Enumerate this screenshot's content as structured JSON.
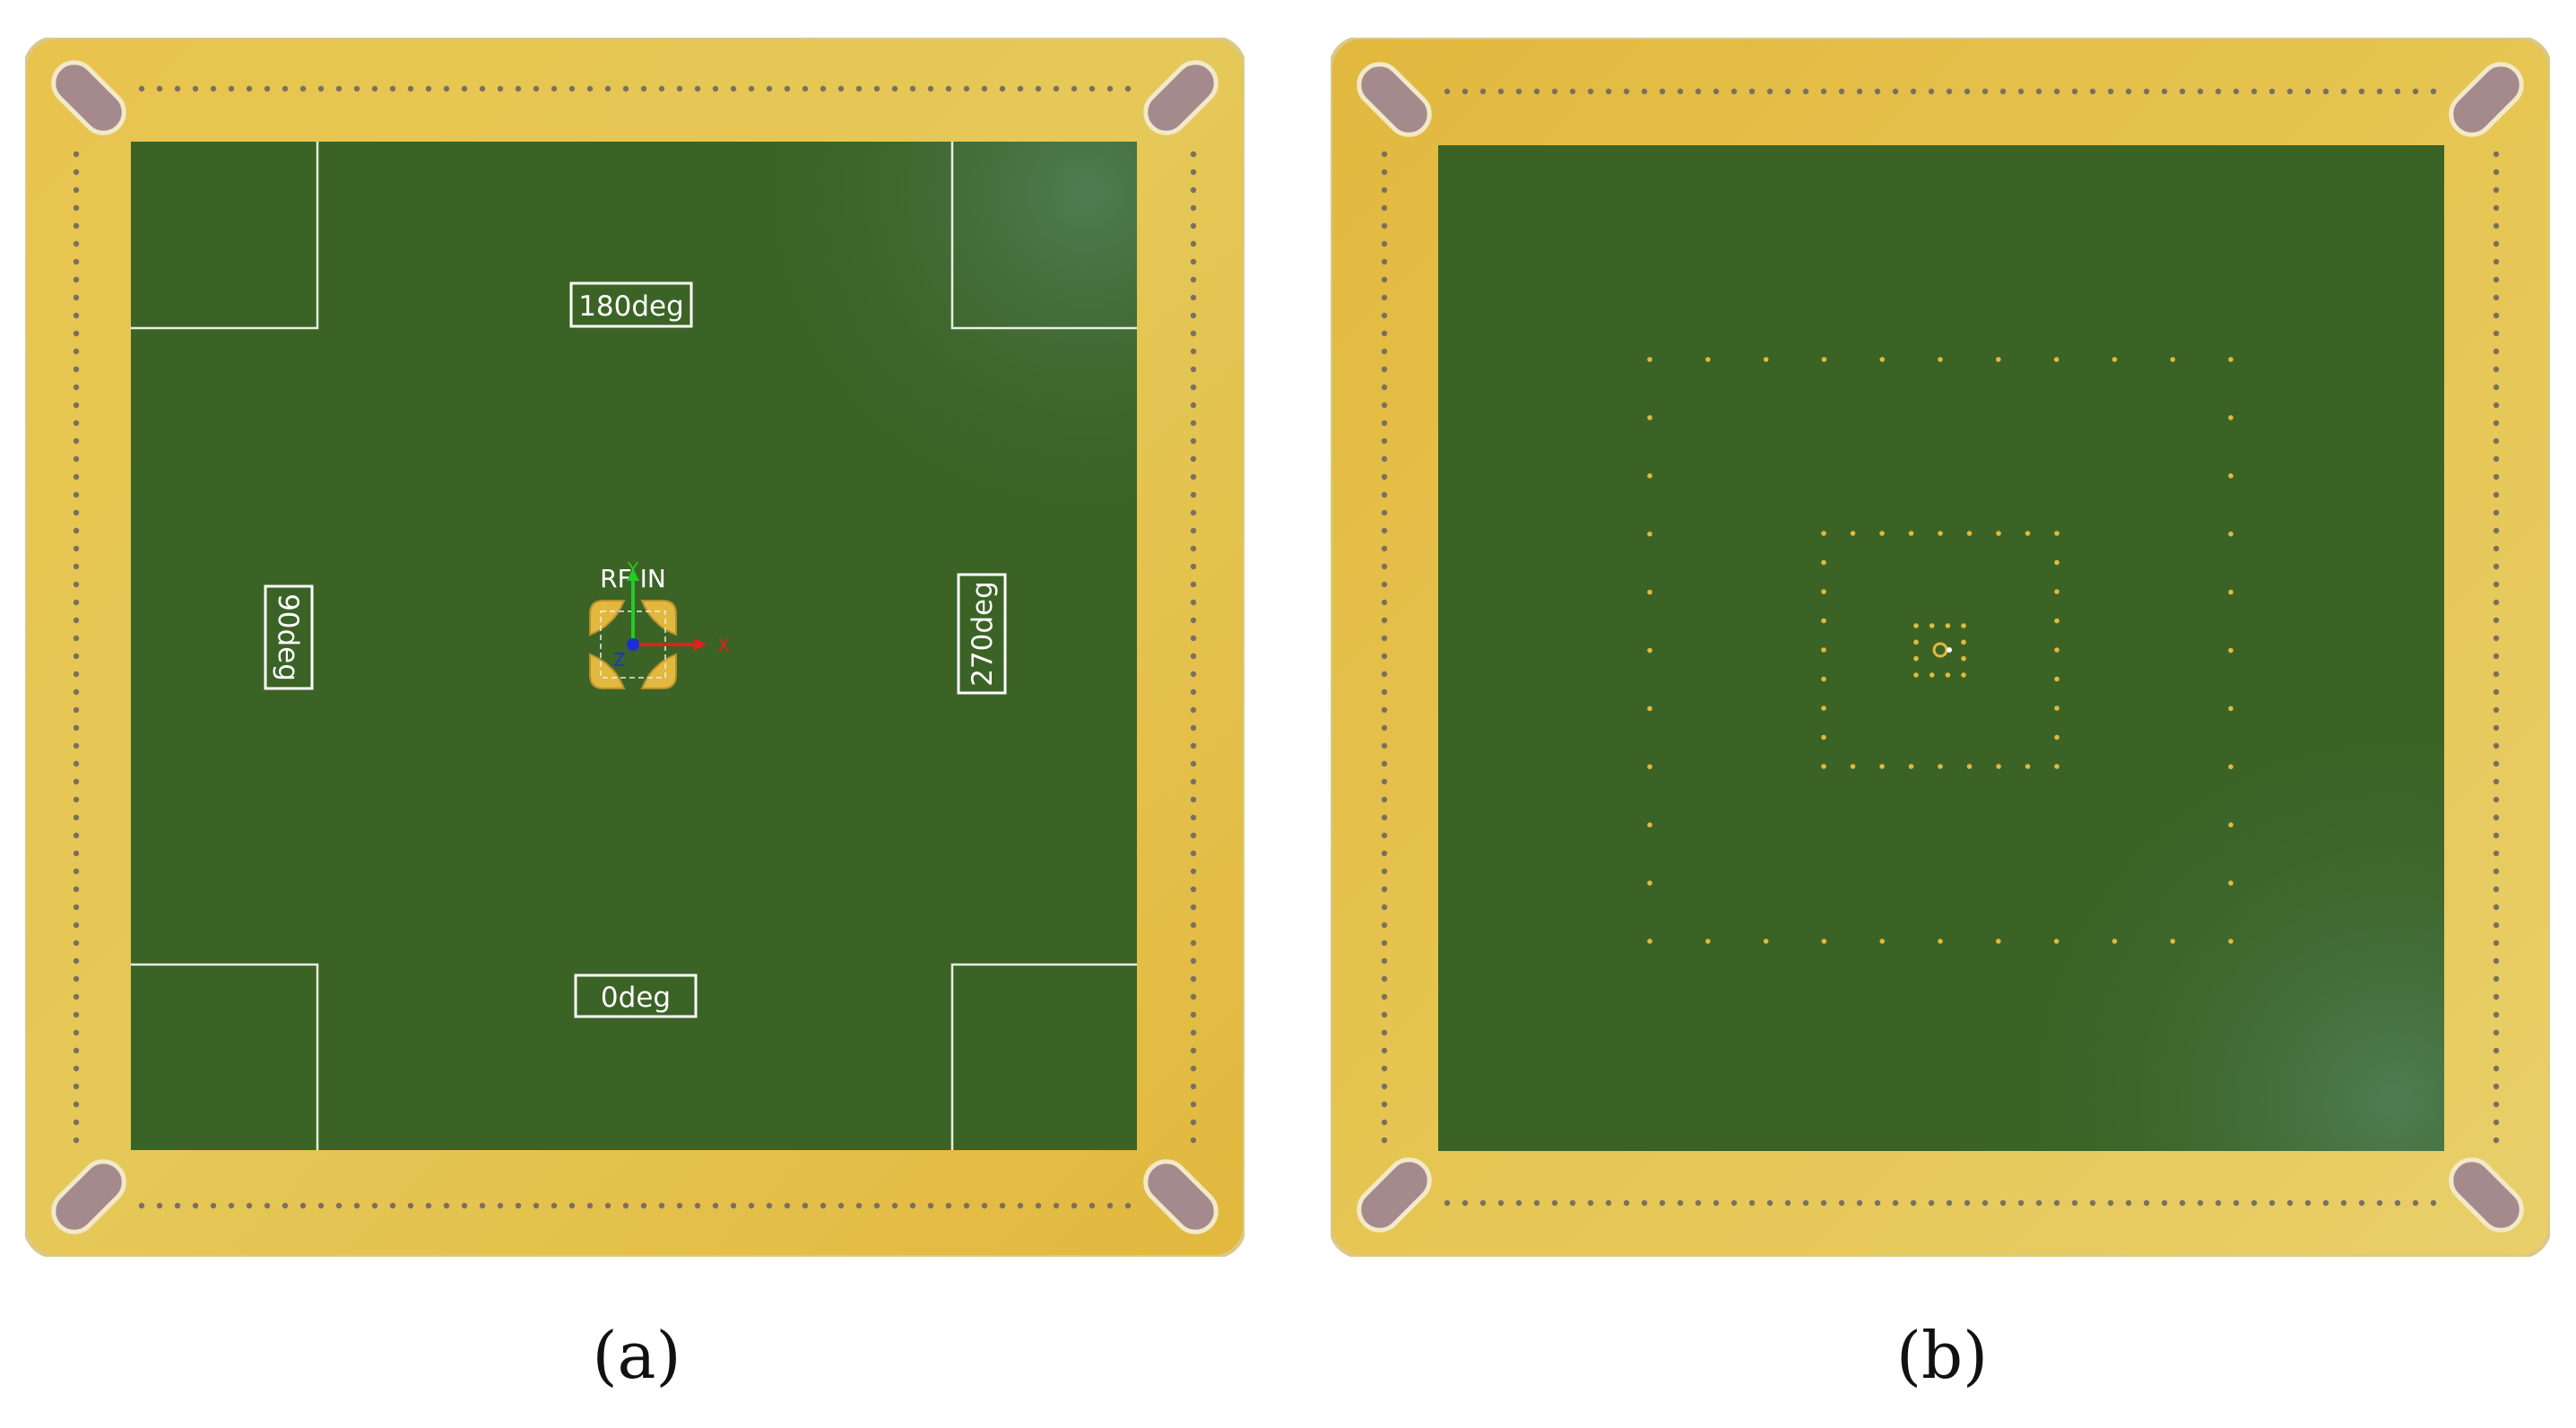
{
  "figure": {
    "panel_a": {
      "caption": "(a)",
      "labels": {
        "top": "180deg",
        "bottom": "0deg",
        "left": "90deg",
        "right": "270deg",
        "feed": "RF IN",
        "axis_x": "X",
        "axis_y": "Y",
        "axis_z": "Z"
      }
    },
    "panel_b": {
      "caption": "(b)"
    },
    "colors": {
      "board_gold": "#e2b83e",
      "board_gold_light": "#e8cf6a",
      "substrate_green": "#3b6326",
      "substrate_highlight": "#4f7d52",
      "mount_hole": "#a58a8d",
      "via": "#7b7060",
      "silkscreen": "#ffffff",
      "axis_x": "#e0201c",
      "axis_y": "#22cc22",
      "axis_z": "#1a2fd6"
    }
  }
}
